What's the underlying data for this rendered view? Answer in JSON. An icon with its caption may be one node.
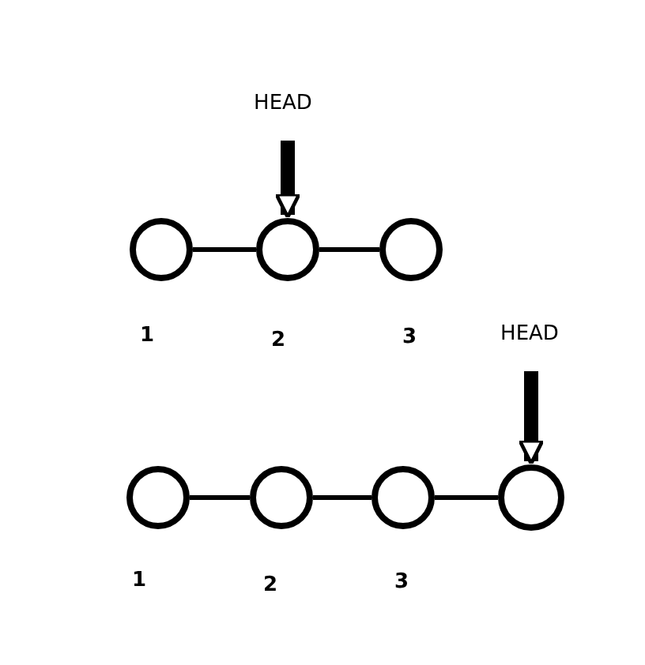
{
  "diagram": {
    "nodes": [
      {
        "text": [
          "HEAD"
        ]
      },
      {
        "text": [],
        "shape": "circle",
        "beside": [
          "1"
        ]
      },
      {
        "text": [],
        "shape": "circle",
        "beside": [
          "2"
        ]
      },
      {
        "text": [],
        "shape": "circle",
        "beside": [
          "3"
        ]
      },
      {
        "text": [
          "HEAD"
        ]
      },
      {
        "text": [],
        "shape": "circle",
        "beside": [
          "1"
        ]
      },
      {
        "text": [],
        "shape": "circle",
        "beside": [
          "2"
        ]
      },
      {
        "text": [],
        "shape": "circle",
        "beside": [
          "3"
        ]
      },
      {
        "text": [],
        "shape": "circle"
      }
    ],
    "edges": [
      {
        "from": 0,
        "to": 2,
        "arrow": "to",
        "style": "thick"
      },
      {
        "from": 1,
        "to": 2,
        "arrow": "none"
      },
      {
        "from": 2,
        "to": 3,
        "arrow": "none"
      },
      {
        "from": 4,
        "to": 8,
        "arrow": "to",
        "style": "thick"
      },
      {
        "from": 5,
        "to": 6,
        "arrow": "none"
      },
      {
        "from": 6,
        "to": 7,
        "arrow": "none"
      },
      {
        "from": 7,
        "to": 8,
        "arrow": "none"
      }
    ]
  }
}
